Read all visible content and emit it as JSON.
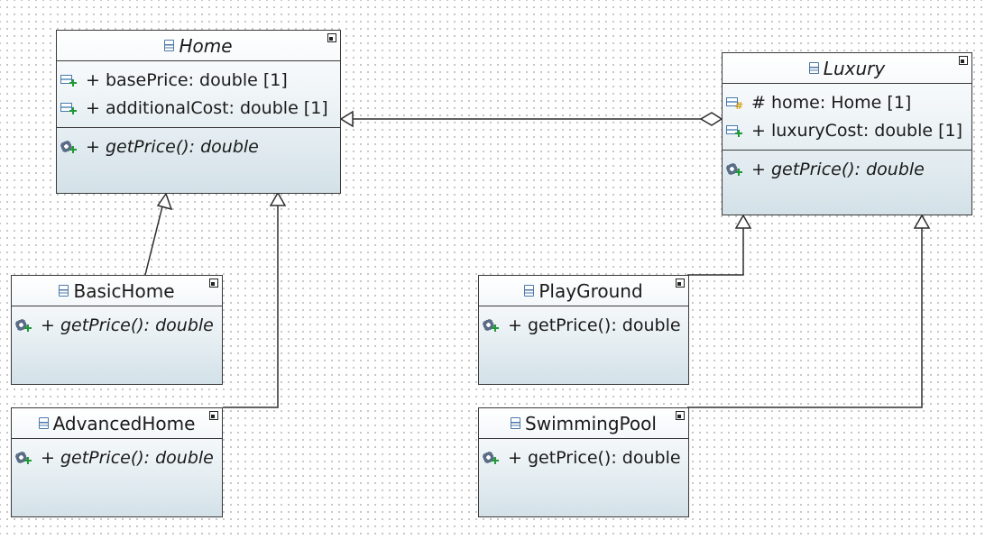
{
  "diagram": {
    "classes": {
      "home": {
        "name": "Home",
        "abstract": true,
        "attributes": [
          "+ basePrice: double [1]",
          "+ additionalCost: double [1]"
        ],
        "operations": [
          "+ getPrice(): double"
        ]
      },
      "luxury": {
        "name": "Luxury",
        "abstract": true,
        "attributes": [
          "# home: Home [1]",
          "+ luxuryCost: double [1]"
        ],
        "operations": [
          "+ getPrice(): double"
        ]
      },
      "basic_home": {
        "name": "BasicHome",
        "abstract": false,
        "operations": [
          "+ getPrice(): double"
        ]
      },
      "advanced_home": {
        "name": "AdvancedHome",
        "abstract": false,
        "operations": [
          "+ getPrice(): double"
        ]
      },
      "play_ground": {
        "name": "PlayGround",
        "abstract": false,
        "operations": [
          "+ getPrice(): double"
        ]
      },
      "swimming_pool": {
        "name": "SwimmingPool",
        "abstract": false,
        "operations": [
          "+ getPrice(): double"
        ]
      }
    },
    "relationships": [
      {
        "type": "generalization",
        "from": "BasicHome",
        "to": "Home"
      },
      {
        "type": "generalization",
        "from": "AdvancedHome",
        "to": "Home"
      },
      {
        "type": "generalization",
        "from": "PlayGround",
        "to": "Luxury"
      },
      {
        "type": "generalization",
        "from": "SwimmingPool",
        "to": "Luxury"
      },
      {
        "type": "aggregation",
        "whole": "Luxury",
        "part": "Home"
      }
    ],
    "colors": {
      "border": "#3a3a3a",
      "gradient_bottom": "#d3e1e8",
      "dot_grid": "#b9b9b9"
    }
  }
}
